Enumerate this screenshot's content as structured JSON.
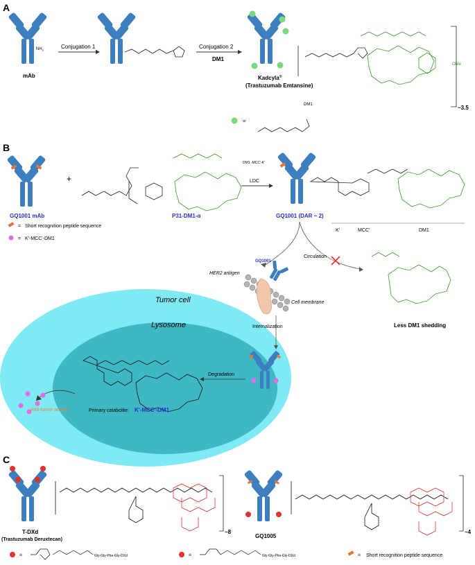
{
  "panels": {
    "a": "A",
    "b": "B",
    "c": "C"
  },
  "section_a": {
    "conjugation1": "Conjugation 1",
    "conjugation2": "Conjugation 2",
    "dm1_reagent": "DM1",
    "mab": "mAb",
    "nh2": "NH",
    "nh2_sub": "2",
    "kadcyla": "Kadcyla",
    "kadcyla_reg": "®",
    "kadcyla_sub": "(Trastuzumab Emtansine)",
    "dar": "~3.5",
    "legend_dm1": "DM1",
    "legend_equals": "="
  },
  "section_b": {
    "plus": "+",
    "gq1001_mab": "GQ1001 mAb",
    "p31": "P31-DM1-α",
    "ldc": "LDC",
    "dm1_mcc_k": "DM1 -MCC'-K'",
    "gq1001_dar": "GQ1001 (DAR ~ 2)",
    "seg_k": "K'",
    "seg_mcc": "MCC'",
    "seg_dm1": "DM1",
    "legend_peptide": "Short recognition peptide sequence",
    "legend_kmcc": "K'-MCC'-DM1",
    "legend_equals": "=",
    "gq1001": "GQ1001",
    "her2": "HER2 antigen",
    "circulation": "Circulation",
    "tumor_cell": "Tumor cell",
    "cell_membrane": "Cell membrane",
    "lysosome": "Lysosome",
    "internalization": "Internalization",
    "degradation": "Degradation",
    "anti_tumor": "Anti-tumor activity",
    "primary_catabolite": "Primary catabolite:",
    "catabolite_name": "K'-MCC'-DM1",
    "less_shedding": "Less DM1 shedding"
  },
  "section_c": {
    "tdxd": "T-DXd",
    "tdxd_sub": "(Trastuzumab Deruxtecan)",
    "dar_tdxd": "~8",
    "gq1005": "GQ1005",
    "dar_gq1005": "~4",
    "legend1_chain": "Gly-Gly-Phe-Gly-DXd",
    "legend2_chain": "Gly-Gly-Phe-Gly-DXd",
    "legend_equals": "=",
    "legend_peptide": "Short recognition peptide sequence"
  },
  "colors": {
    "antibody": "#3d7fbe",
    "antibody_dark": "#2a5f94",
    "payload_green": "#3a9a2a",
    "payload_red": "#e0322a",
    "label_blue": "#2b2bc9",
    "tumor_cell": "#7fe9f4",
    "lysosome": "#3fb8c6",
    "drug_pink": "#e36be3",
    "peptide_orange": "#e8743a",
    "anti_tumor_orange": "#e08a2e"
  }
}
